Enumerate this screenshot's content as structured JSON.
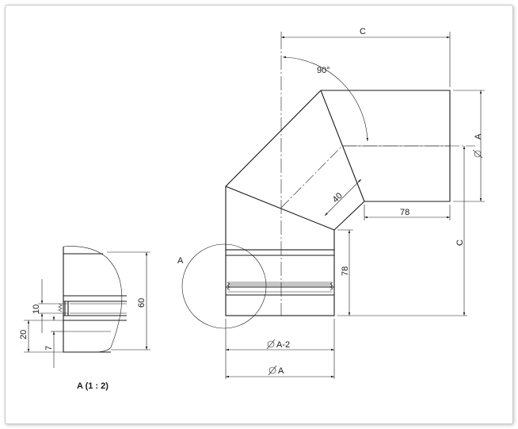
{
  "drawing": {
    "labels": {
      "dim_c_top": "C",
      "angle": "90°",
      "dia_a_right": "A",
      "dim_40": "40",
      "dim_78_horizontal": "78",
      "dim_c_right": "C",
      "dim_78_vertical": "78",
      "detail_marker": "A",
      "dia_a_minus_2": "A-2",
      "dia_a_bottom": "A",
      "detail_60": "60",
      "detail_10": "10",
      "detail_20": "20",
      "detail_7": "7",
      "detail_caption": "A (1 : 2)"
    },
    "colors": {
      "line": "#1a1a1a",
      "frame": "#c9c9c9",
      "background": "#ffffff"
    }
  }
}
